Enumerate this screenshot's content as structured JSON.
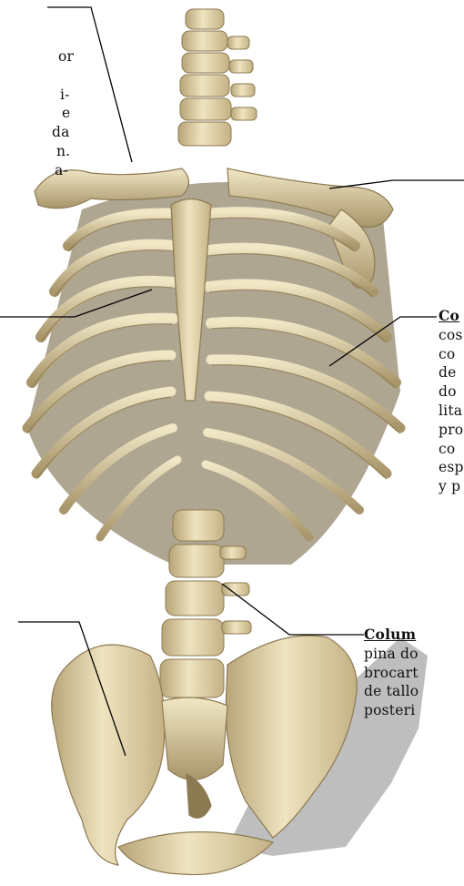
{
  "labels": {
    "left_top": {
      "lines": [
        "or",
        "",
        "i-",
        "e",
        "da",
        "n.",
        "a-"
      ]
    },
    "right_ribs": {
      "title": "Co",
      "lines": [
        "cos",
        "co",
        "de",
        "do",
        "lita",
        "pro",
        "co",
        "esp",
        "y p"
      ]
    },
    "right_column": {
      "title": "Colum",
      "lines": [
        "pina do",
        "brocart",
        "de tallo",
        "posteri"
      ]
    }
  },
  "colors": {
    "bone": "#e8dcb4",
    "bone_shadow": "#b8a578",
    "bone_dark": "#8c7a52",
    "cast_shadow": "#a8a8a8",
    "leader_line": "#000000"
  }
}
